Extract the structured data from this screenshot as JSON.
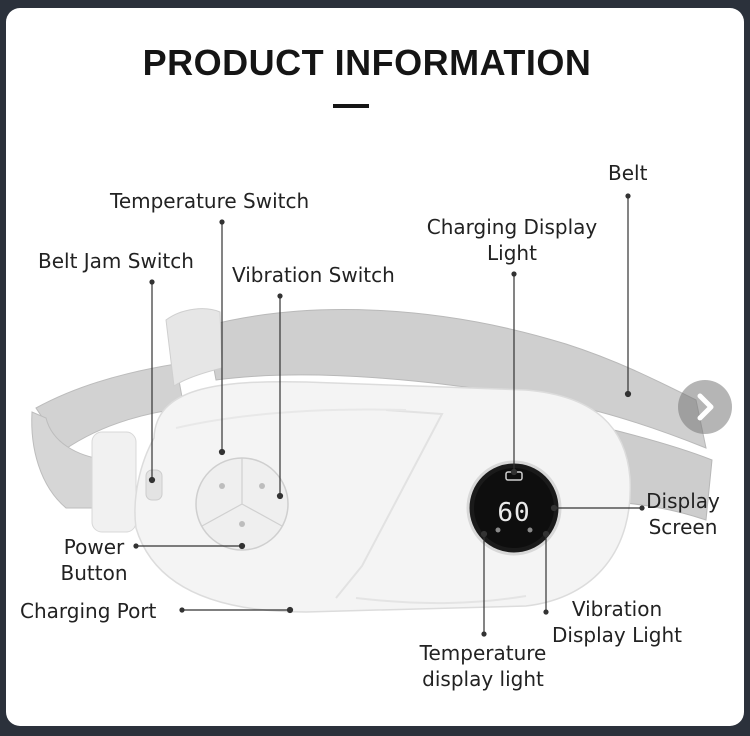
{
  "header": {
    "title": "PRODUCT INFORMATION"
  },
  "labels": {
    "temperature_switch": "Temperature Switch",
    "belt": "Belt",
    "charging_display_light_1": "Charging Display",
    "charging_display_light_2": "Light",
    "belt_jam_switch": "Belt Jam Switch",
    "vibration_switch": "Vibration Switch",
    "power_button_1": "Power",
    "power_button_2": "Button",
    "display_screen_1": "Display",
    "display_screen_2": "Screen",
    "charging_port": "Charging Port",
    "vibration_display_light_1": "Vibration",
    "vibration_display_light_2": "Display Light",
    "temperature_display_light_1": "Temperature",
    "temperature_display_light_2": "display light"
  },
  "device": {
    "screen_readout": "60"
  },
  "icons": {
    "next": "chevron-right-icon"
  },
  "colors": {
    "background": "#2b313b",
    "card": "#ffffff",
    "belt": "#c9c9c9",
    "device": "#f3f3f3",
    "screen": "#111111"
  }
}
